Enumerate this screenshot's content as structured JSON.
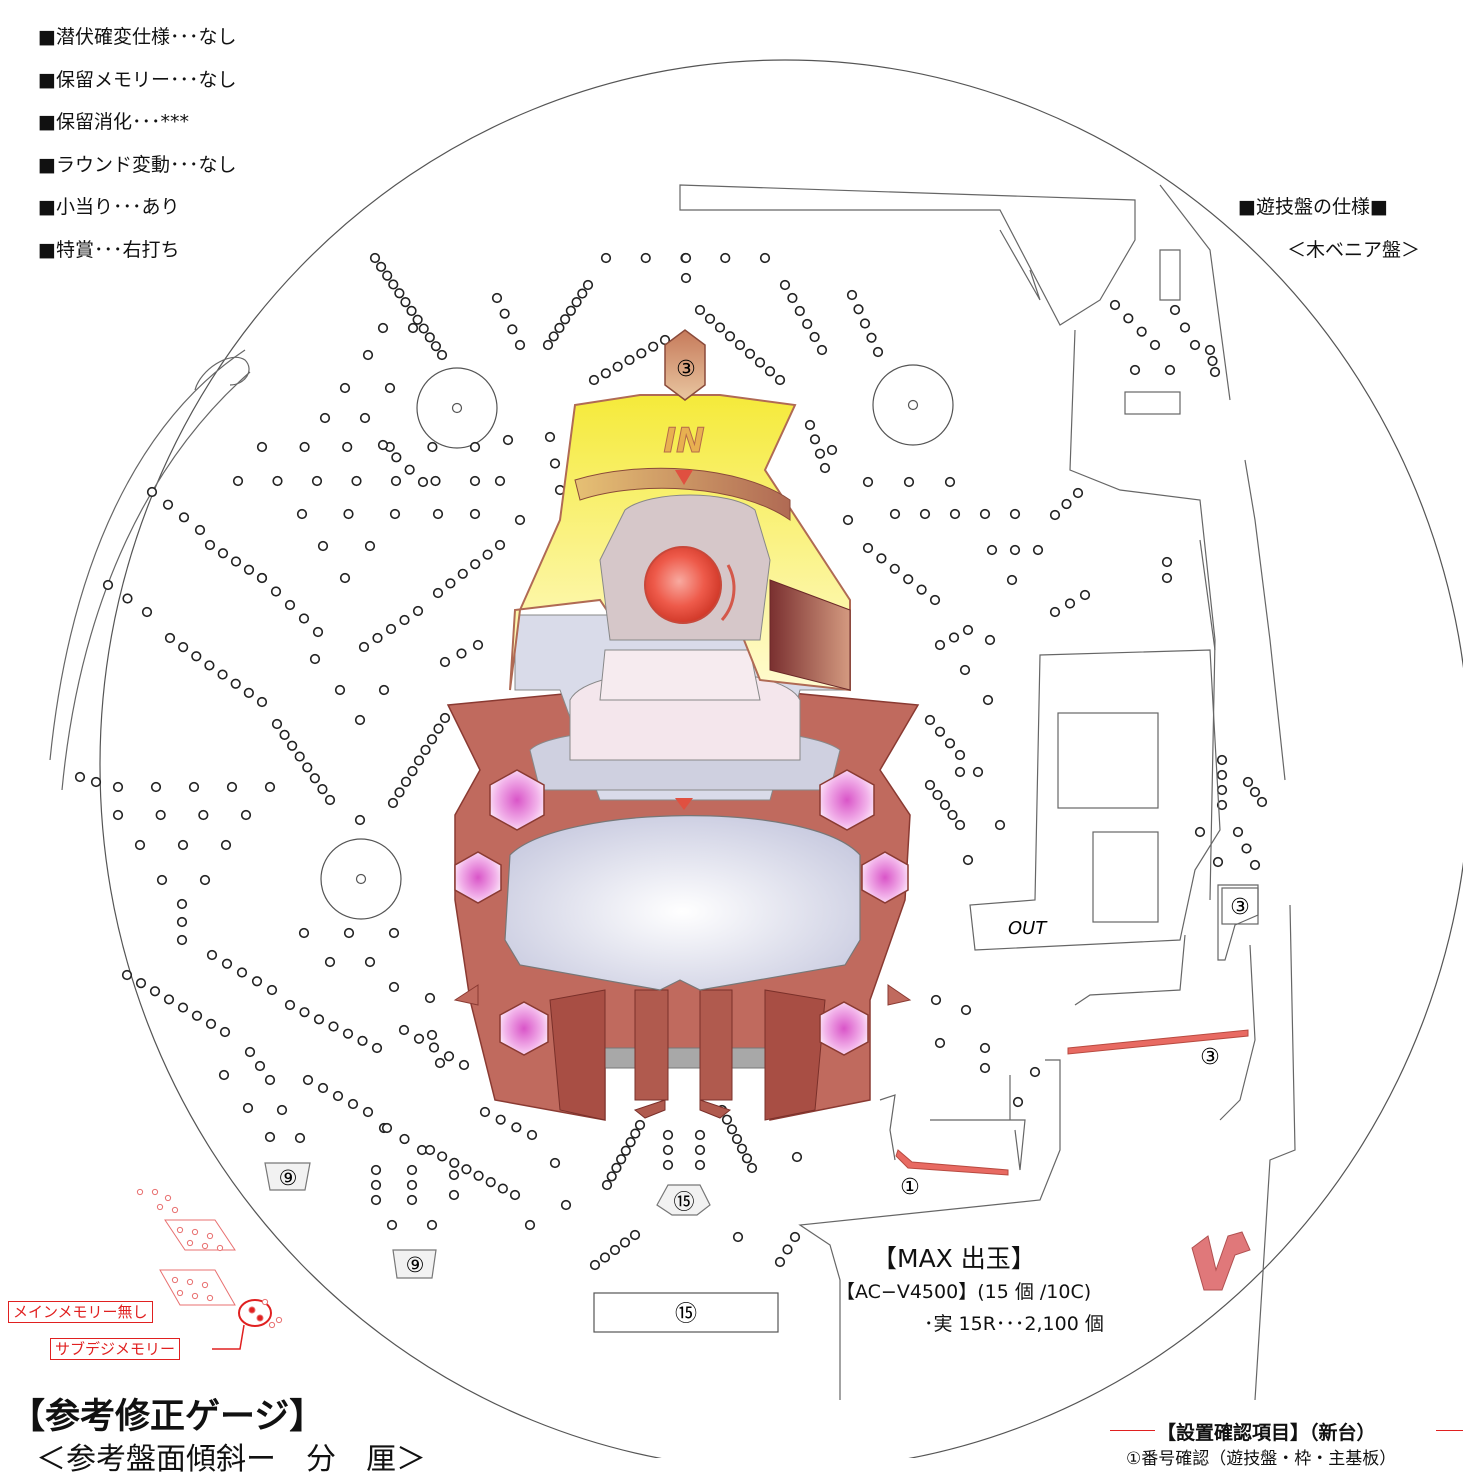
{
  "spec_list": [
    "■潜伏確変仕様･･･なし",
    "■保留メモリー･･･なし",
    "■保留消化･･･***",
    "■ラウンド変動･･･なし",
    "■小当り･･･あり",
    "■特賞･･･右打ち"
  ],
  "board": {
    "spec_label": "■遊技盤の仕様■",
    "type_label": "＜木ベニア盤＞"
  },
  "center": {
    "top_badge": "③",
    "in_label": "IN"
  },
  "right_area": {
    "out_label": "OUT",
    "prize_1": "③",
    "prize_2": "③",
    "prize_bottom": "①"
  },
  "bottom_labels": {
    "left_9a": "⑨",
    "left_9b": "⑨",
    "center_15": "⑮",
    "box_15": "⑮"
  },
  "max_payout": {
    "title": "【MAX 出玉】",
    "model": "【AC−V4500】(15 個 /10C)",
    "actual": "･実 15R･･･2,100 個"
  },
  "memory_notes": {
    "main": "メインメモリー無し",
    "sub": "サブデジメモリー"
  },
  "reference": {
    "title": "【参考修正ゲージ】",
    "subtitle": "＜参考盤面傾斜ー　分　厘＞"
  },
  "install": {
    "title": "【設置確認項目】（新台）",
    "item_1": "①番号確認（遊技盤・枠・主基板）"
  },
  "colors": {
    "accent_red": "#e02020",
    "frame_brown": "#b85a50",
    "helmet_yellow": "#f7ef5c",
    "gem_pink": "#e27fd6"
  }
}
